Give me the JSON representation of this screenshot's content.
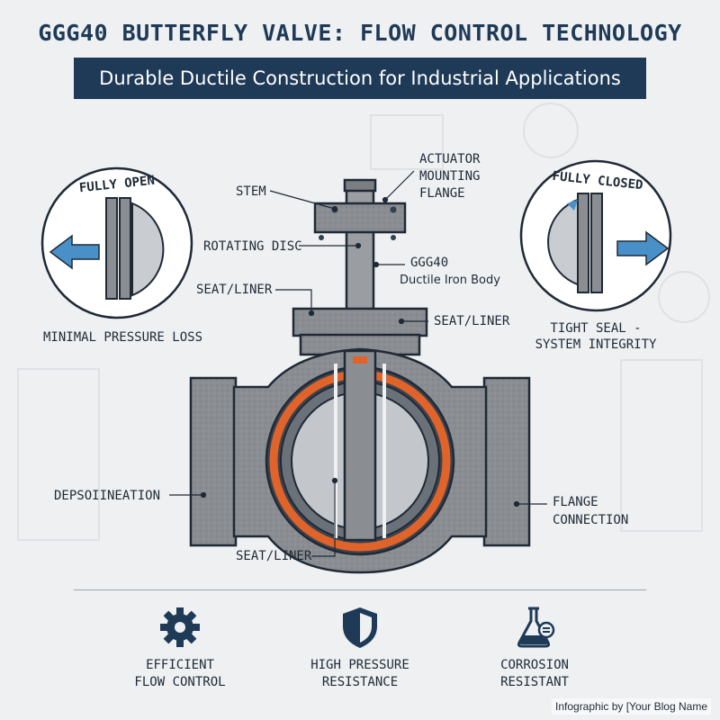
{
  "header": {
    "title": "GGG40 BUTTERFLY VALVE: FLOW CONTROL TECHNOLOGY",
    "subtitle": "Durable Ductile Construction for Industrial Applications"
  },
  "insets": {
    "open": {
      "title": "FULLY OPEN",
      "caption": "MINIMAL PRESSURE LOSS"
    },
    "closed": {
      "title": "FULLY CLOSED",
      "caption": "TIGHT SEAL -\nSYSTEM INTEGRITY"
    }
  },
  "callouts": {
    "stem": "STEM",
    "actuator_flange": "ACTUATOR\nMOUNTING\nFLANGE",
    "rotating_disc": "ROTATING DISC",
    "body_code": "GGG40",
    "body_desc": "Ductile Iron Body",
    "seat_liner_upper_left": "SEAT/LINER",
    "seat_liner_upper_right": "SEAT/LINER",
    "left_body": "DEPSOIINEATION",
    "flange_connection": "FLANGE\nCONNECTION",
    "seat_liner_bottom": "SEAT/LINER"
  },
  "features": [
    {
      "icon": "gear-icon",
      "label": "EFFICIENT\nFLOW CONTROL"
    },
    {
      "icon": "shield-icon",
      "label": "HIGH PRESSURE\nRESISTANCE"
    },
    {
      "icon": "flask-icon",
      "label": "CORROSION\nRESISTANT"
    }
  ],
  "credit": "Infographic by [Your Blog Name",
  "colors": {
    "navy": "#1e3a57",
    "iron": "#8a8d91",
    "seat": "#e0642a",
    "arrow_blue": "#4a90c8"
  }
}
